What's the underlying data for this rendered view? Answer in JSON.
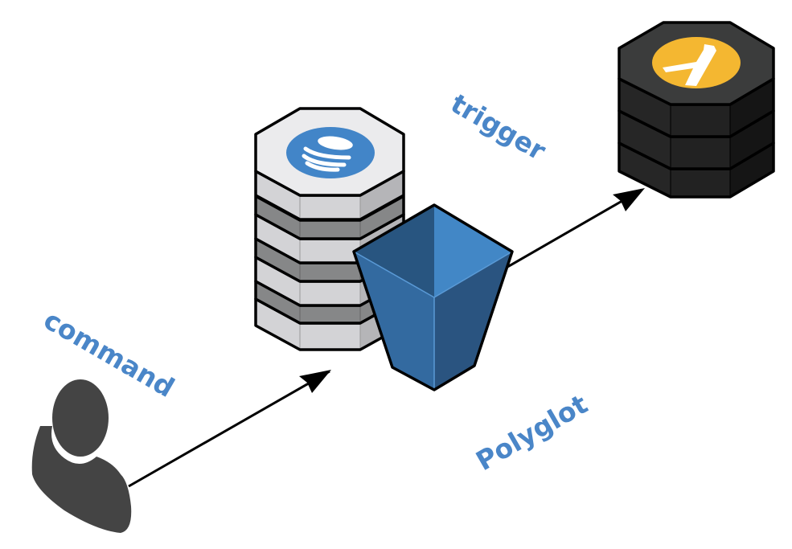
{
  "labels": {
    "command": "command",
    "trigger": "trigger",
    "polyglot": "Polyglot"
  },
  "nodes": [
    {
      "id": "user",
      "icon": "user-icon",
      "color": "#444444"
    },
    {
      "id": "event-store",
      "icon": "database-stack-icon",
      "logo": "event-store-logo-icon",
      "logo_color": "#4285c8"
    },
    {
      "id": "bucket",
      "icon": "bucket-icon",
      "color": "#336aa0"
    },
    {
      "id": "lambda",
      "icon": "lambda-server-stack-icon",
      "logo": "lambda-icon",
      "logo_color": "#f4b731"
    }
  ],
  "colors": {
    "label": "#4a86c8"
  }
}
